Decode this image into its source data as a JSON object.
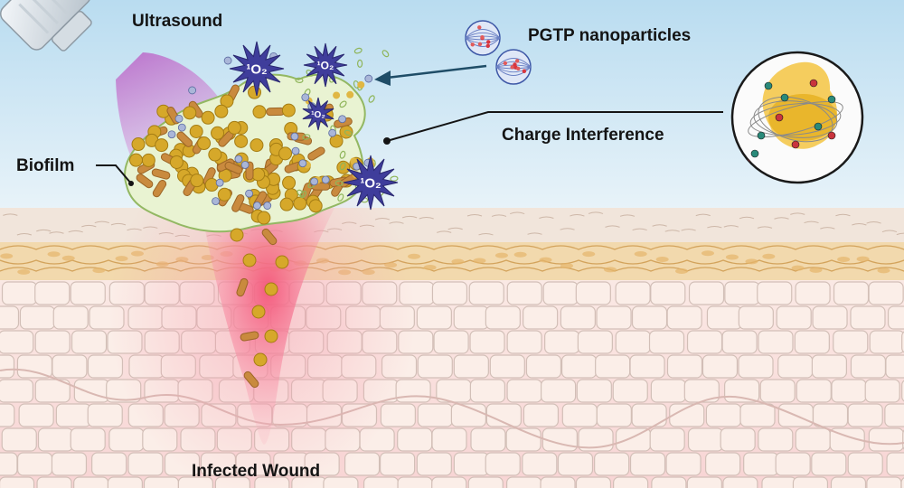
{
  "labels": {
    "ultrasound": "Ultrasound",
    "nanoparticles": "PGTP nanoparticles",
    "biofilm": "Biofilm",
    "charge_interference": "Charge Interference",
    "infected_wound": "Infected Wound",
    "singlet_oxygen": "¹O₂"
  },
  "colors": {
    "sky_top": "#b9dcf0",
    "sky_bottom": "#e8f3f9",
    "epidermis": "#f1e5db",
    "dermis_band": "#e9c788",
    "tissue_cells": "#fbeee8",
    "cell_border": "#d2bfb7",
    "wound_glow": "#f4567a",
    "ultrasound_beam": "#c468c8",
    "biofilm_matrix": "#e9f3d2",
    "bacteria_cocci": "#d6a82a",
    "bacteria_rods": "#c98a3e",
    "singlet_oxygen_star": "#3f3d9b",
    "arrow": "#1f4d67"
  }
}
